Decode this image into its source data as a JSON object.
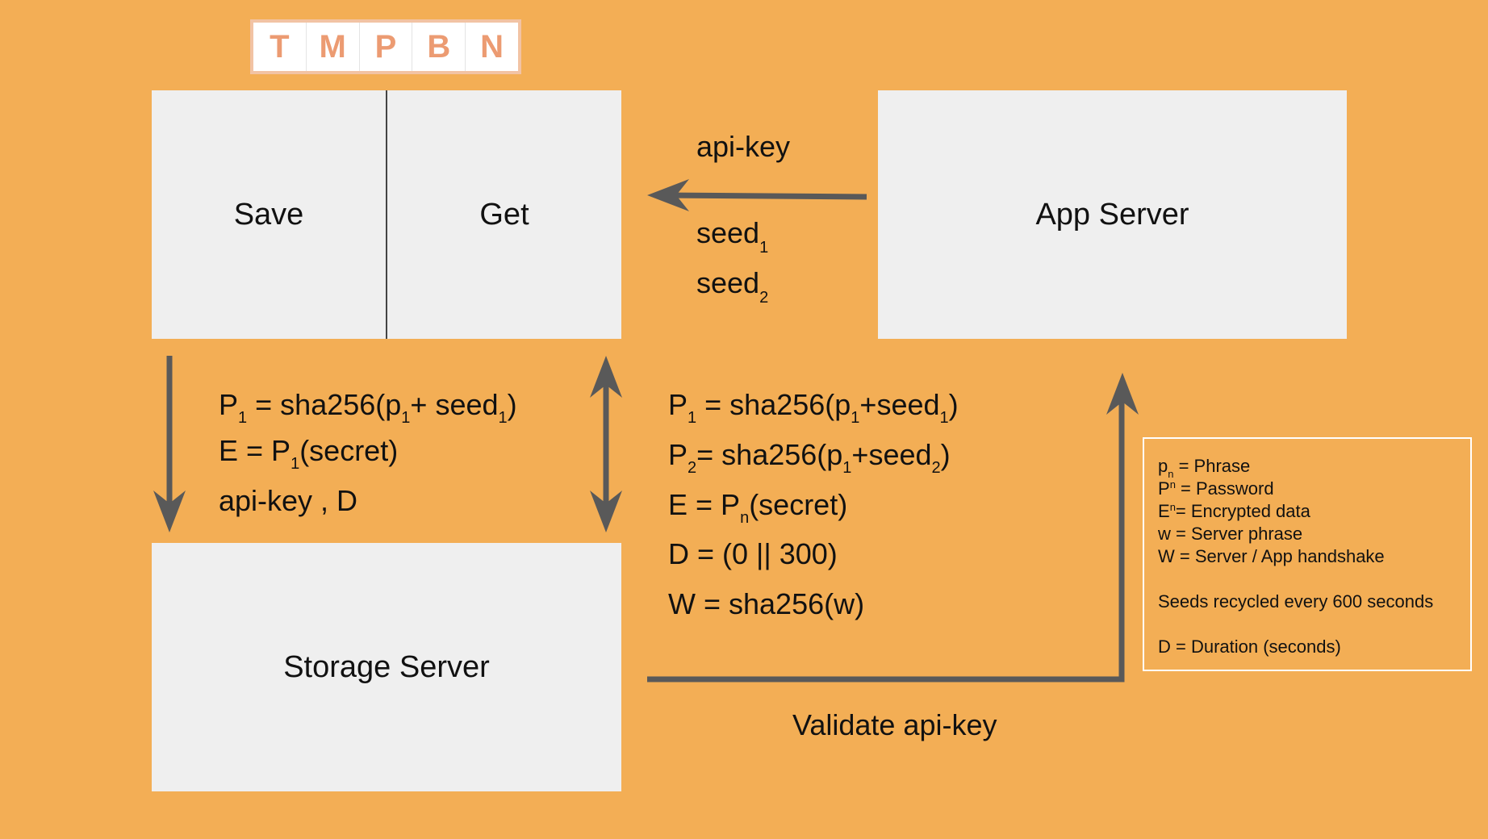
{
  "logo": {
    "letters": [
      "T",
      "M",
      "P",
      "B",
      "N"
    ]
  },
  "client": {
    "save_label": "Save",
    "get_label": "Get"
  },
  "app_server": {
    "label": "App Server"
  },
  "storage_server": {
    "label": "Storage Server"
  },
  "app_to_client": {
    "api_key": "api-key",
    "seed1": {
      "text": "seed",
      "sub": "1"
    },
    "seed2": {
      "text": "seed",
      "sub": "2"
    }
  },
  "save_formulas": {
    "line1": {
      "a": "P",
      "a_sub": "1",
      "b": " = sha256(p",
      "b_sub": "1",
      "c": "+ seed",
      "c_sub": "1",
      "d": ")"
    },
    "line2": {
      "a": "E = P",
      "a_sub": "1",
      "b": "(secret)"
    },
    "line3": "api-key , D"
  },
  "get_formulas": {
    "line1": {
      "a": "P",
      "a_sub": "1",
      "b": " = sha256(p",
      "b_sub": "1",
      "c": "+seed",
      "c_sub": "1",
      "d": ")"
    },
    "line2": {
      "a": "P",
      "a_sub": "2",
      "b": "= sha256(p",
      "b_sub": "1",
      "c": "+seed",
      "c_sub": "2",
      "d": ")"
    },
    "line3": {
      "a": "E = P",
      "a_sub": "n",
      "b": "(secret)"
    },
    "line4": "D = (0 || 300)",
    "line5": "W = sha256(w)"
  },
  "validate_label": "Validate api-key",
  "legend": {
    "l1": {
      "a": "p",
      "sub": "n",
      "b": " = Phrase"
    },
    "l2": {
      "a": "P",
      "sup": "n",
      "b": " = Password"
    },
    "l3": {
      "a": "E",
      "sup": "n",
      "b": "= Encrypted data"
    },
    "l4": "w = Server phrase",
    "l5": "W = Server / App handshake",
    "l6": "Seeds recycled every 600 seconds",
    "l7": "D = Duration (seconds)"
  },
  "colors": {
    "background": "#f3ae55",
    "box": "#efefef",
    "arrow": "#595959",
    "logo_text": "#ec9b72"
  }
}
